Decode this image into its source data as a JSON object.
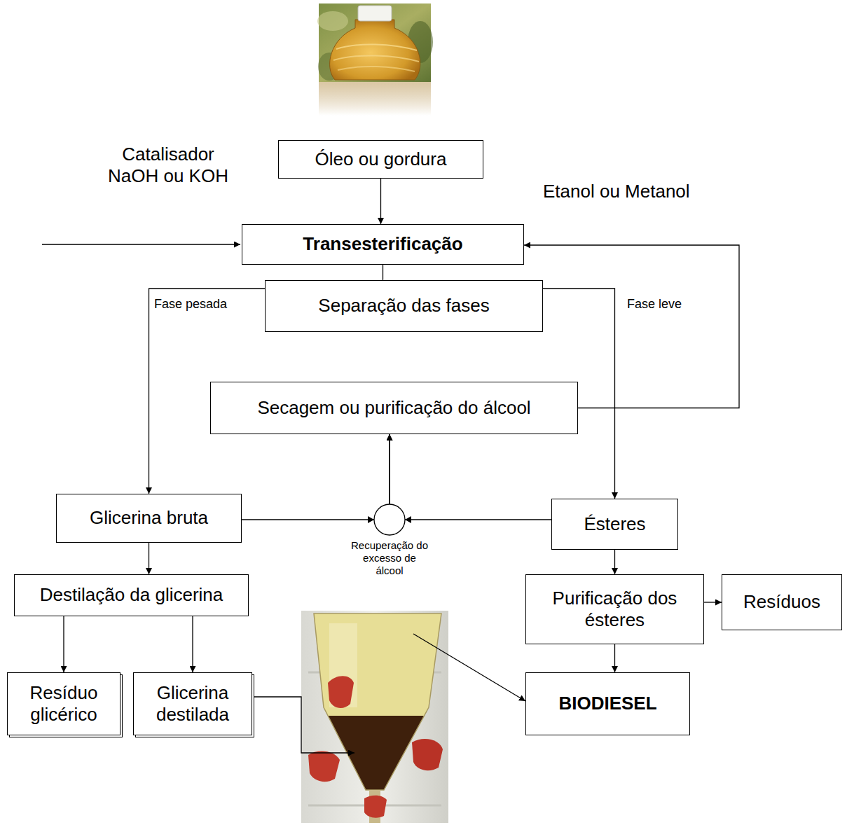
{
  "diagram": {
    "nodes": [
      {
        "text": [
          "Óleo ou gordura"
        ]
      },
      {
        "text": [
          "Transesterificação"
        ]
      },
      {
        "text": [
          "Separação das fases"
        ]
      },
      {
        "text": [
          "Secagem ou purificação do álcool"
        ]
      },
      {
        "text": [
          "Glicerina bruta"
        ]
      },
      {
        "text": [
          "Ésteres"
        ]
      },
      {
        "text": [
          "Destilação da glicerina"
        ]
      },
      {
        "text": [
          "Purificação dos ésteres"
        ]
      },
      {
        "text": [
          "Resíduos"
        ]
      },
      {
        "text": [
          "Resíduo glicérico"
        ]
      },
      {
        "text": [
          "Glicerina destilada"
        ]
      },
      {
        "text": [
          "BIODIESEL"
        ]
      }
    ],
    "edges": [
      {
        "from": 0,
        "to": 1,
        "arrow": "to"
      },
      {
        "from": 1,
        "to": 2,
        "arrow": "none"
      },
      {
        "from": 2,
        "to": 4,
        "label": "Fase pesada",
        "arrow": "to"
      },
      {
        "from": 2,
        "to": 5,
        "label": "Fase leve",
        "arrow": "to"
      },
      {
        "from": 3,
        "to": 1,
        "arrow": "to"
      },
      {
        "from": 4,
        "to": 3,
        "arrow": "to"
      },
      {
        "from": 5,
        "to": 3,
        "arrow": "to"
      },
      {
        "from": 4,
        "to": 6,
        "arrow": "to"
      },
      {
        "from": 6,
        "to": 9,
        "arrow": "to"
      },
      {
        "from": 6,
        "to": 10,
        "arrow": "to"
      },
      {
        "from": 5,
        "to": 7,
        "arrow": "to"
      },
      {
        "from": 7,
        "to": 8,
        "arrow": "to"
      },
      {
        "from": 7,
        "to": 11,
        "arrow": "to"
      }
    ],
    "labels": [
      "Catalisador NaOH ou KOH",
      "Etanol ou Metanol",
      "Recuperação do excesso de álcool"
    ]
  }
}
